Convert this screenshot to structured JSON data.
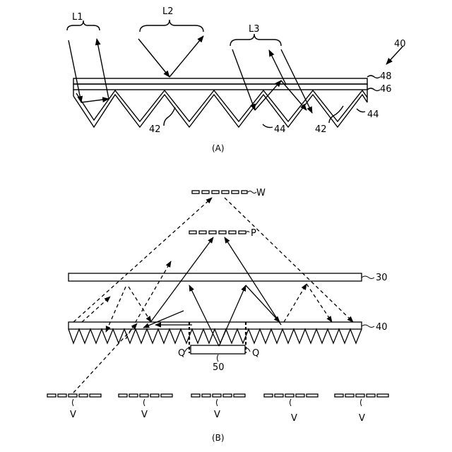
{
  "figure_a": {
    "caption": "(A)",
    "ray_labels": {
      "l1": "L1",
      "l2": "L2",
      "l3": "L3"
    },
    "ref": {
      "sheet": "40",
      "layer_top": "48",
      "layer_mid": "46",
      "prism_left": "42",
      "prism_right": "42",
      "coat_mid": "44",
      "coat_right": "44"
    }
  },
  "figure_b": {
    "caption": "(B)",
    "ref": {
      "w": "W",
      "p": "P",
      "plate": "30",
      "sheet": "40",
      "source": "50",
      "q_left": "Q",
      "q_right": "Q"
    },
    "viewer_labels": [
      "V",
      "V",
      "V",
      "V",
      "V"
    ]
  }
}
